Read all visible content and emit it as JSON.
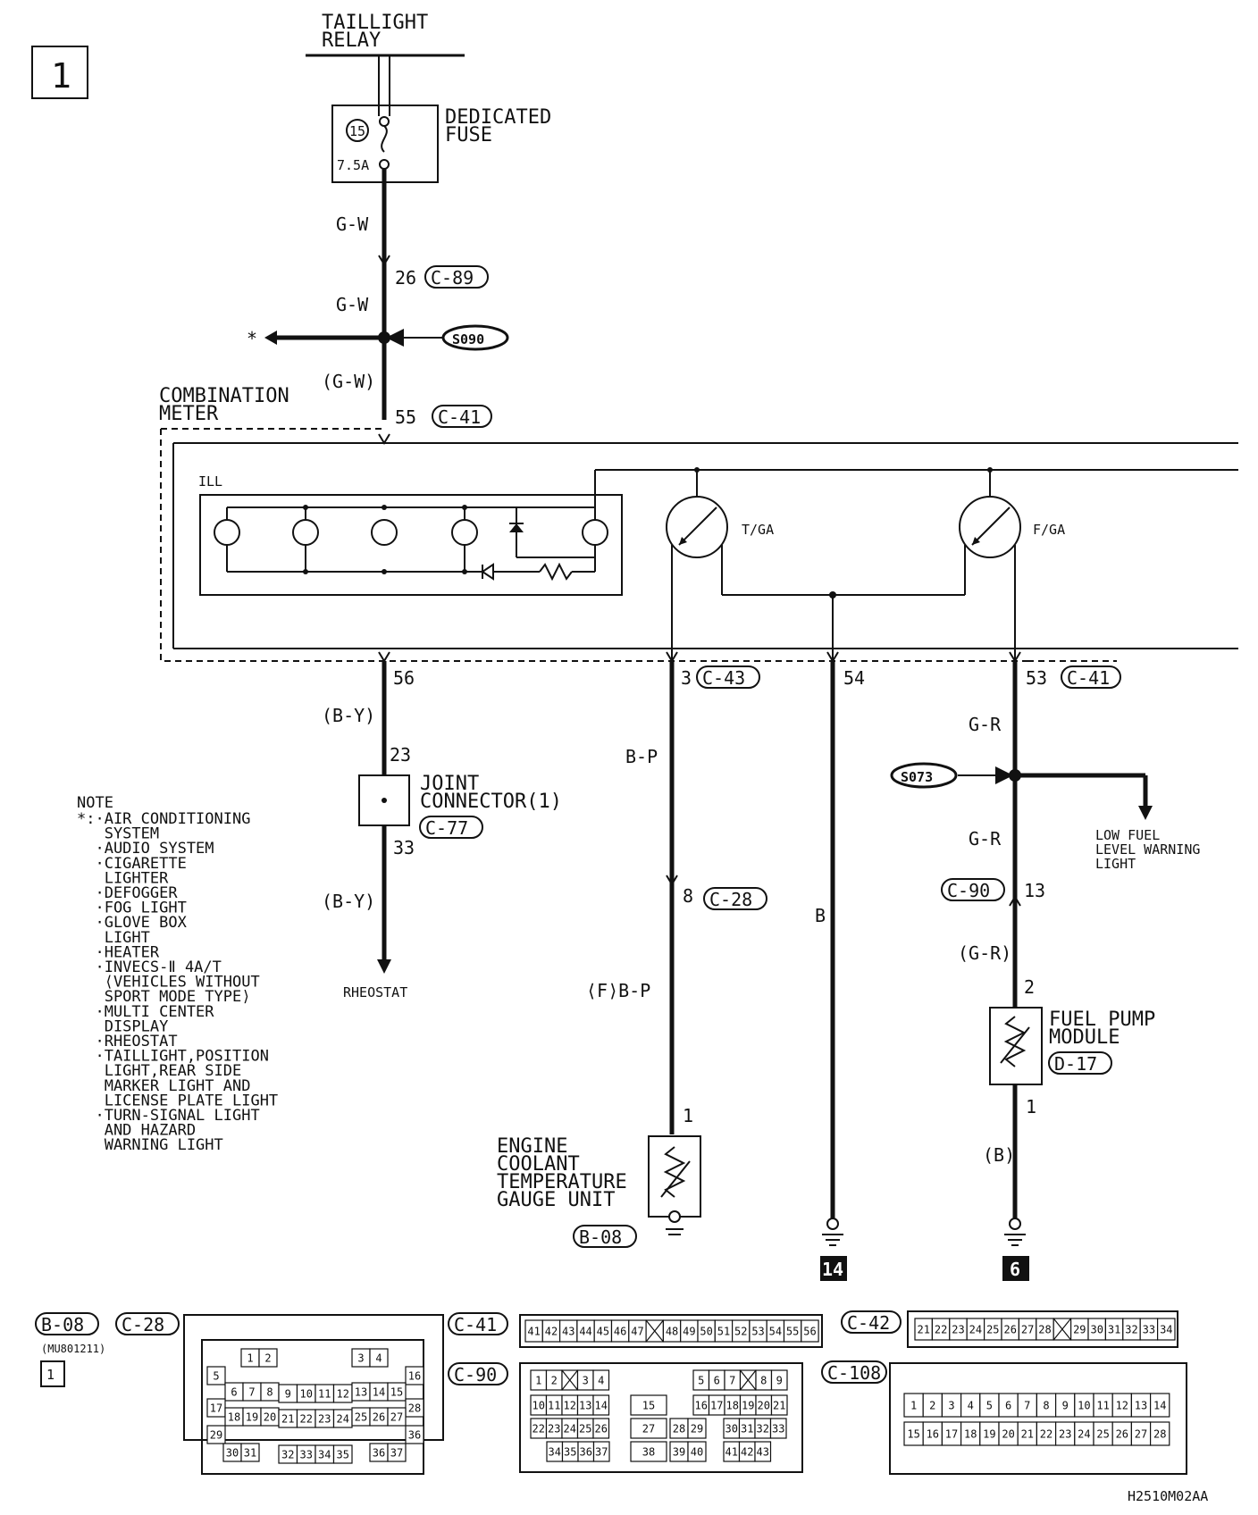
{
  "page": {
    "number": "1",
    "code": "H2510M02AA"
  },
  "top": {
    "relay_line1": "TAILLIGHT",
    "relay_line2": "RELAY",
    "fuse_num": "15",
    "fuse_rating": "7.5A",
    "fuse_label1": "DEDICATED",
    "fuse_label2": "FUSE"
  },
  "wires": {
    "gw1": "G-W",
    "gw2": "G-W",
    "gw3": "(G-W)",
    "by1": "(B-Y)",
    "by2": "(B-Y)",
    "bp1": "B-P",
    "bp2": "⟨F⟩B-P",
    "b1": "B",
    "gr1": "G-R",
    "gr2": "G-R",
    "gr3": "(G-R)",
    "b2": "(B)"
  },
  "pins": {
    "p26": "26",
    "p55": "55",
    "p56": "56",
    "p23": "23",
    "p33": "33",
    "p3": "3",
    "p8": "8",
    "p1a": "1",
    "p54": "54",
    "p53": "53",
    "p13": "13",
    "p2": "2",
    "p1b": "1"
  },
  "connectors": {
    "c89": "C-89",
    "c41a": "C-41",
    "c41b": "C-41",
    "c43": "C-43",
    "c77": "C-77",
    "c28": "C-28",
    "c90": "C-90",
    "d17": "D-17",
    "b08": "B-08"
  },
  "splices": {
    "s090": "S090",
    "s073": "S073"
  },
  "meter": {
    "label1": "COMBINATION",
    "label2": "METER",
    "ill": "ILL",
    "tga": "T/GA",
    "fga": "F/GA"
  },
  "components": {
    "joint1": "JOINT",
    "joint2": "CONNECTOR(1)",
    "rheostat": "RHEOSTAT",
    "ect1": "ENGINE",
    "ect2": "COOLANT",
    "ect3": "TEMPERATURE",
    "ect4": "GAUGE UNIT",
    "fpm1": "FUEL PUMP",
    "fpm2": "MODULE",
    "low1": "LOW FUEL",
    "low2": "LEVEL WARNING",
    "low3": "LIGHT",
    "star": "*"
  },
  "grounds": {
    "g14": "14",
    "g6": "6"
  },
  "note": {
    "title": "NOTE",
    "lines": [
      "*:·AIR CONDITIONING",
      "   SYSTEM",
      "  ·AUDIO SYSTEM",
      "  ·CIGARETTE",
      "   LIGHTER",
      "  ·DEFOGGER",
      "  ·FOG LIGHT",
      "  ·GLOVE BOX",
      "   LIGHT",
      "  ·HEATER",
      "  ·INVECS-Ⅱ 4A/T",
      "   ⟨VEHICLES WITHOUT",
      "   SPORT MODE TYPE⟩",
      "  ·MULTI CENTER",
      "   DISPLAY",
      "  ·RHEOSTAT",
      "  ·TAILLIGHT,POSITION",
      "   LIGHT,REAR SIDE",
      "   MARKER LIGHT AND",
      "   LICENSE PLATE LIGHT",
      "  ·TURN-SIGNAL LIGHT",
      "   AND HAZARD",
      "   WARNING LIGHT"
    ]
  },
  "bottom": {
    "b08": "B-08",
    "b08_part": "(MU801211)",
    "b08_pin": "1",
    "c28": "C-28",
    "c41": "C-41",
    "c42": "C-42",
    "c90": "C-90",
    "c108": "C-108",
    "c28_rows": [
      [
        "1",
        "2",
        "3",
        "4"
      ],
      [
        "5",
        "16"
      ],
      [
        "6",
        "7",
        "8",
        "9",
        "10",
        "11",
        "12",
        "13",
        "14",
        "15"
      ],
      [
        "17",
        "28"
      ],
      [
        "18",
        "19",
        "20",
        "21",
        "22",
        "23",
        "24",
        "25",
        "26",
        "27"
      ],
      [
        "29",
        "36"
      ],
      [
        "30",
        "31",
        "32",
        "33",
        "34",
        "35",
        "36",
        "37"
      ]
    ],
    "c41_pins": [
      "41",
      "42",
      "43",
      "44",
      "45",
      "46",
      "47",
      "X",
      "48",
      "49",
      "50",
      "51",
      "52",
      "53",
      "54",
      "55",
      "56"
    ],
    "c42_pins": [
      "21",
      "22",
      "23",
      "24",
      "25",
      "26",
      "27",
      "28",
      "X",
      "29",
      "30",
      "31",
      "32",
      "33",
      "34"
    ],
    "c90_rows": [
      [
        "1",
        "2",
        "X",
        "3",
        "4",
        "5",
        "6",
        "7",
        "X",
        "8",
        "9"
      ],
      [
        "10",
        "11",
        "12",
        "13",
        "14",
        "15",
        "16",
        "17",
        "18",
        "19",
        "20",
        "21"
      ],
      [
        "22",
        "23",
        "24",
        "25",
        "26",
        "27",
        "28",
        "29",
        "30",
        "31",
        "32",
        "33"
      ],
      [
        "34",
        "35",
        "36",
        "37",
        "38",
        "39",
        "40",
        "41",
        "42",
        "43"
      ]
    ],
    "c108_rows": [
      [
        "1",
        "2",
        "3",
        "4",
        "5",
        "6",
        "7",
        "8",
        "9",
        "10",
        "11",
        "12",
        "13",
        "14"
      ],
      [
        "15",
        "16",
        "17",
        "18",
        "19",
        "20",
        "21",
        "22",
        "23",
        "24",
        "25",
        "26",
        "27",
        "28"
      ]
    ]
  }
}
